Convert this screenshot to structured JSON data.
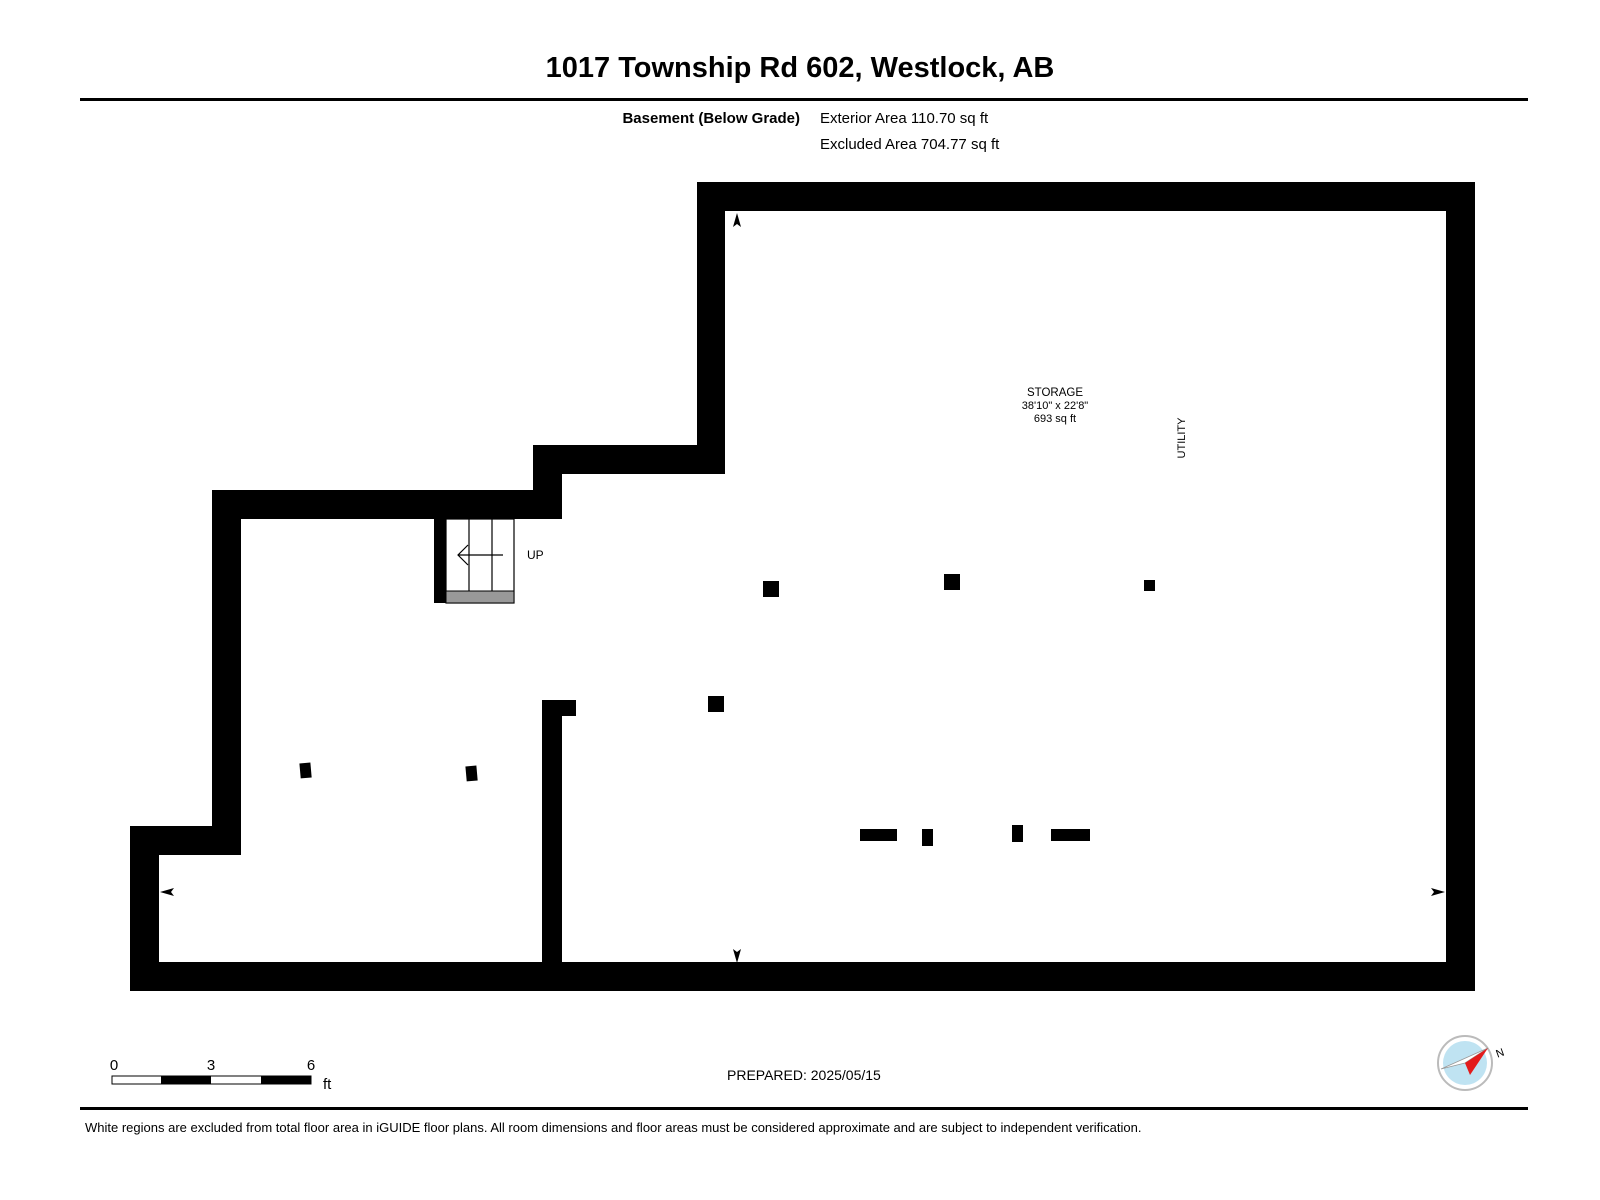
{
  "header": {
    "title": "1017 Township Rd 602, Westlock, AB"
  },
  "level": {
    "name": "Basement (Below Grade)",
    "exterior_area": "Exterior Area 110.70 sq ft",
    "excluded_area": "Excluded Area 704.77 sq ft"
  },
  "rooms": {
    "storage": {
      "name": "STORAGE",
      "dimensions": "38'10\" x 22'8\"",
      "area": "693 sq ft"
    },
    "utility_label": "UTILITY",
    "stairs_label": "UP"
  },
  "scale_bar": {
    "ticks": [
      "0",
      "3",
      "6"
    ],
    "unit": "ft"
  },
  "compass": {
    "north_label": "N",
    "icon": "compass-icon"
  },
  "prepared": "PREPARED: 2025/05/15",
  "footer": "White regions are excluded from total floor area in iGUIDE floor plans. All room dimensions and floor areas must be considered approximate and are subject to independent verification."
}
